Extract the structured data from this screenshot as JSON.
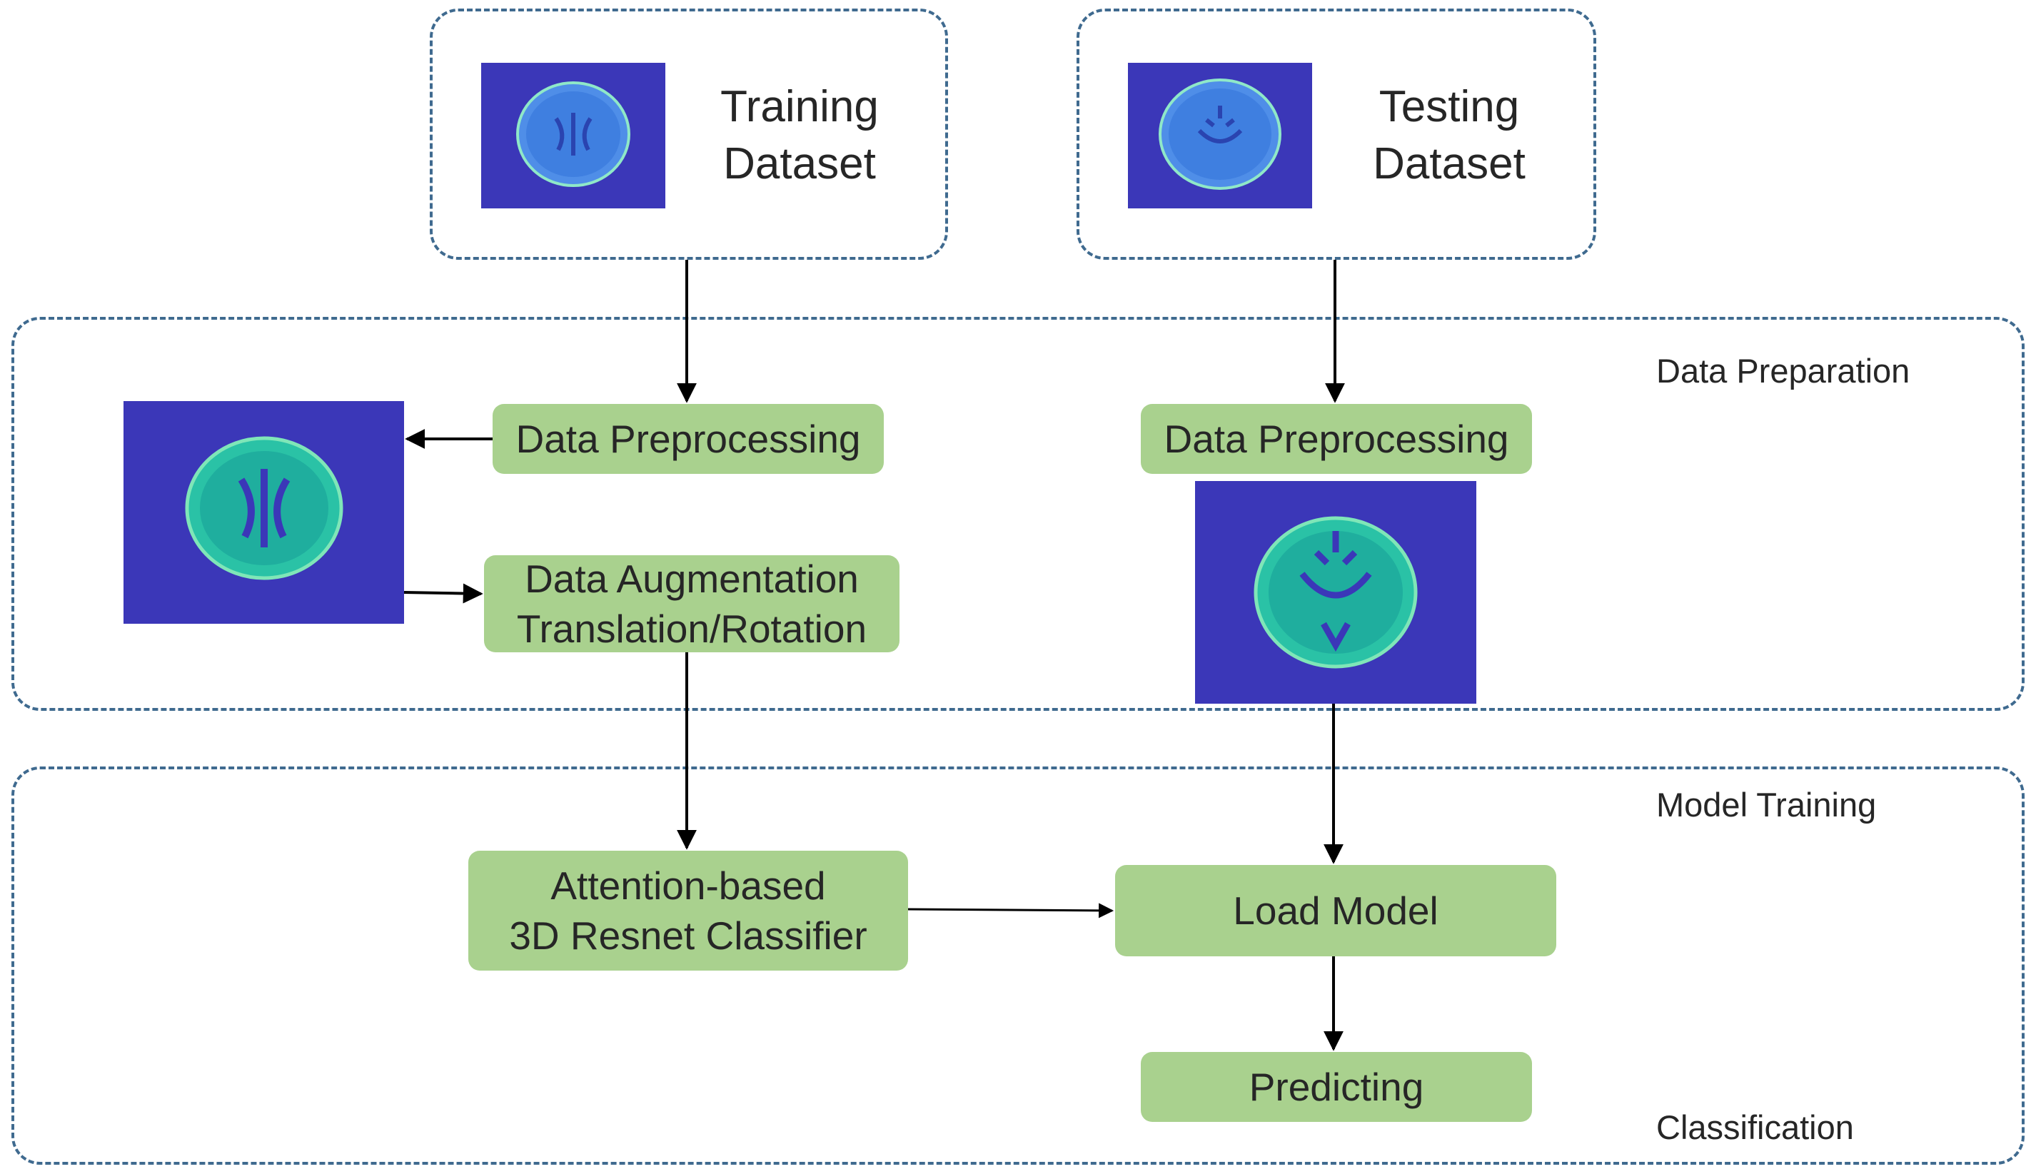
{
  "training": {
    "line1": "Training",
    "line2": "Dataset"
  },
  "testing": {
    "line1": "Testing",
    "line2": "Dataset"
  },
  "sections": {
    "data_preparation": "Data Preparation",
    "model_training": "Model Training",
    "classification": "Classification"
  },
  "steps": {
    "train_preprocessing": "Data Preprocessing",
    "test_preprocessing": "Data Preprocessing",
    "augmentation_line1": "Data Augmentation",
    "augmentation_line2": "Translation/Rotation",
    "classifier_line1": "Attention-based",
    "classifier_line2": "3D Resnet Classifier",
    "load_model": "Load Model",
    "predicting": "Predicting"
  },
  "colors": {
    "step_fill": "#a9d18e",
    "dashed_border": "#3f6a8f",
    "scan_background": "#3b37b8",
    "arrow": "#000000"
  }
}
